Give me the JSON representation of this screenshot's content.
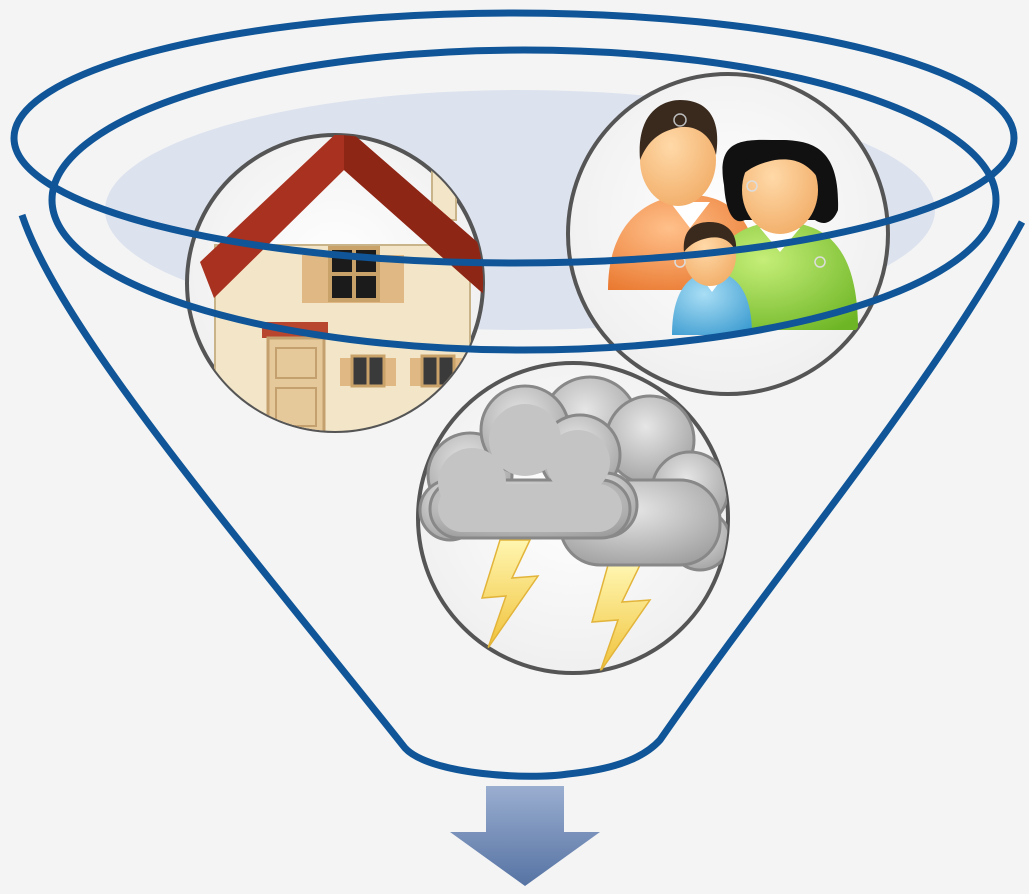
{
  "diagram": {
    "type": "funnel",
    "inputs": [
      {
        "name": "house",
        "icon": "house-icon"
      },
      {
        "name": "family",
        "icon": "family-icon"
      },
      {
        "name": "storm",
        "icon": "storm-cloud-icon"
      }
    ],
    "output_arrow": {
      "direction": "down",
      "icon": "down-arrow-icon"
    }
  },
  "colors": {
    "background": "#f4f4f4",
    "funnel_outline": "#0f5597",
    "inner_ellipse_fill": "#dde3ee",
    "arrow_top": "#9aaed0",
    "arrow_bottom": "#5673a3",
    "roof": "#a8311f",
    "house_wall": "#f3e6c8",
    "cloud": "#b8b8b8",
    "lightning": "#f5d44a"
  }
}
